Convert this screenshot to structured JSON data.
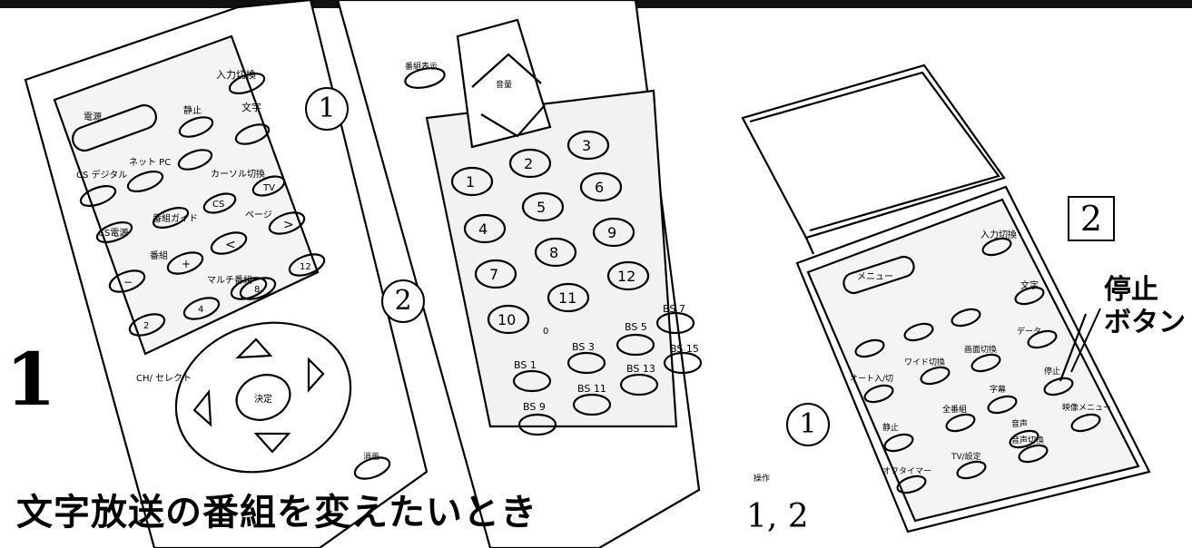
{
  "title": "文字放送の番組を変えたいとき",
  "step_number": "1",
  "callouts": {
    "left_one": "1",
    "left_two": "2",
    "right_one": "1",
    "right_box": "2",
    "bottom_steps": "1, 2"
  },
  "note": {
    "line1": "停止",
    "line2": "ボタン"
  },
  "tiny_label": "操作",
  "remote_left": {
    "input": "入力切換",
    "power": "電源",
    "mute": "静止",
    "text": "文字",
    "cs_digital": "CS デジタル",
    "net_pc": "ネット PC",
    "cursor": "カーソル切換",
    "cs": "CS",
    "tv": "TV",
    "cs_power": "CS電源",
    "guide": "番組ガイド",
    "page": "ページ",
    "channel": "番組",
    "multi": "マルチ番組",
    "minus": "−",
    "plus": "+",
    "lt": "<",
    "gt": ">",
    "n12": "12",
    "n2": "2",
    "n4": "4",
    "n8": "8",
    "ch_select": "CH/ セレクト",
    "enter": "決定",
    "erase": "消画"
  },
  "remote_middle": {
    "program_display": "番組表示",
    "volume": "音量",
    "keys": [
      "1",
      "2",
      "3",
      "4",
      "5",
      "6",
      "7",
      "8",
      "9",
      "10",
      "11",
      "12"
    ],
    "zero": "0",
    "bs_keys": [
      "BS 1",
      "BS 3",
      "BS 5",
      "BS 7",
      "BS 9",
      "BS 11",
      "BS 13",
      "BS 15"
    ]
  },
  "remote_right": {
    "input": "入力切換",
    "menu": "メニュー",
    "text": "文字",
    "data": "データ",
    "auto": "オート入/切",
    "wide": "ワイド切換",
    "screen": "画面切換",
    "caption": "字幕",
    "stop": "停止",
    "freeze": "静止",
    "all_channels": "全番組",
    "mute": "音声",
    "audio_menu": "映像メニュー",
    "off_timer": "オフタイマー",
    "tv_setting": "TV/設定",
    "audio_switch": "音声切換"
  }
}
